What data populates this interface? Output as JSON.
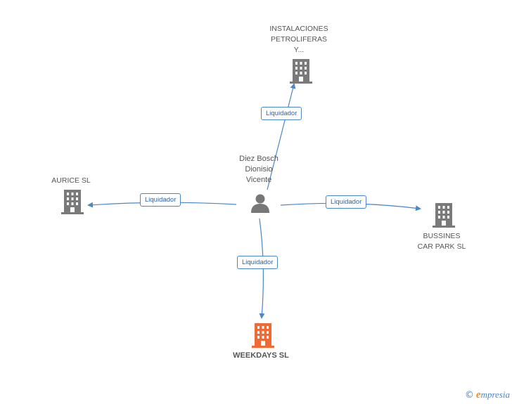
{
  "center_person": {
    "name_lines": [
      "Diez Bosch",
      "Dionisio",
      "Vicente"
    ],
    "icon": "person-icon"
  },
  "companies": [
    {
      "id": "instalaciones",
      "label_lines": [
        "INSTALACIONES",
        "PETROLIFERAS",
        "Y..."
      ],
      "icon": "building-icon",
      "color": "#7a7a7a"
    },
    {
      "id": "aurice",
      "label_lines": [
        "AURICE SL"
      ],
      "icon": "building-icon",
      "color": "#7a7a7a"
    },
    {
      "id": "bussines",
      "label_lines": [
        "BUSSINES",
        "CAR PARK SL"
      ],
      "icon": "building-icon",
      "color": "#7a7a7a"
    },
    {
      "id": "weekdays",
      "label_lines": [
        "WEEKDAYS SL"
      ],
      "icon": "building-icon",
      "color": "#f06a35",
      "highlighted": true
    }
  ],
  "edges": [
    {
      "to": "instalaciones",
      "label": "Liquidador"
    },
    {
      "to": "aurice",
      "label": "Liquidador"
    },
    {
      "to": "bussines",
      "label": "Liquidador"
    },
    {
      "to": "weekdays",
      "label": "Liquidador"
    }
  ],
  "colors": {
    "edge": "#4a86c8",
    "badge_text": "#2f64a8",
    "node_grey": "#7a7a7a",
    "highlight": "#f06a35"
  },
  "watermark": {
    "symbol": "©",
    "brand_initial": "e",
    "brand_rest": "mpresia"
  }
}
